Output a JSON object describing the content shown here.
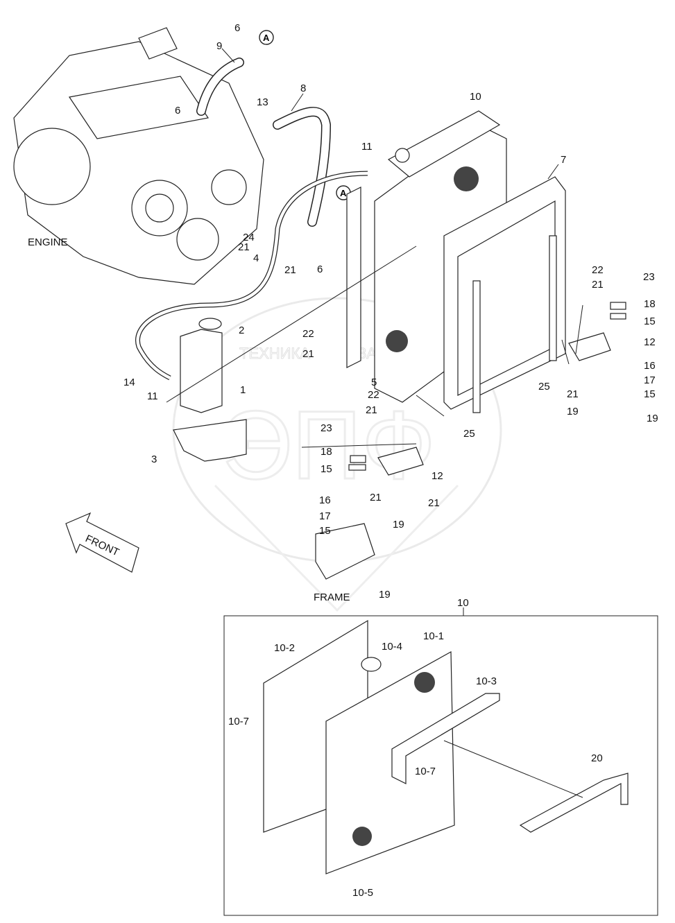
{
  "diagram": {
    "watermark": {
      "left": "ТЕХНИКА",
      "right": "ЗАПЧАСТИ",
      "logo": "ЭПФ"
    },
    "section_labels": {
      "engine": "ENGINE",
      "frame": "FRAME",
      "front": "FRONT",
      "callout_a": "A"
    },
    "callouts": [
      {
        "id": "c6a",
        "text": "6"
      },
      {
        "id": "c9",
        "text": "9"
      },
      {
        "id": "c6b",
        "text": "6"
      },
      {
        "id": "c8",
        "text": "8"
      },
      {
        "id": "c13",
        "text": "13"
      },
      {
        "id": "c10",
        "text": "10"
      },
      {
        "id": "c11a",
        "text": "11"
      },
      {
        "id": "c7",
        "text": "7"
      },
      {
        "id": "c24",
        "text": "24"
      },
      {
        "id": "c21a",
        "text": "21"
      },
      {
        "id": "c4",
        "text": "4"
      },
      {
        "id": "c21b",
        "text": "21"
      },
      {
        "id": "c6c",
        "text": "6"
      },
      {
        "id": "c22a",
        "text": "22"
      },
      {
        "id": "c21c",
        "text": "21"
      },
      {
        "id": "c23a",
        "text": "23"
      },
      {
        "id": "c18a",
        "text": "18"
      },
      {
        "id": "c15a",
        "text": "15"
      },
      {
        "id": "c2",
        "text": "2"
      },
      {
        "id": "c22b",
        "text": "22"
      },
      {
        "id": "c21d",
        "text": "21"
      },
      {
        "id": "c12a",
        "text": "12"
      },
      {
        "id": "c16a",
        "text": "16"
      },
      {
        "id": "c17a",
        "text": "17"
      },
      {
        "id": "c15b",
        "text": "15"
      },
      {
        "id": "c21e",
        "text": "21"
      },
      {
        "id": "c19a",
        "text": "19"
      },
      {
        "id": "c19b",
        "text": "19"
      },
      {
        "id": "c25a",
        "text": "25"
      },
      {
        "id": "c14",
        "text": "14"
      },
      {
        "id": "c11b",
        "text": "11"
      },
      {
        "id": "c1",
        "text": "1"
      },
      {
        "id": "c5",
        "text": "5"
      },
      {
        "id": "c22c",
        "text": "22"
      },
      {
        "id": "c21f",
        "text": "21"
      },
      {
        "id": "c25b",
        "text": "25"
      },
      {
        "id": "c3",
        "text": "3"
      },
      {
        "id": "c23b",
        "text": "23"
      },
      {
        "id": "c18b",
        "text": "18"
      },
      {
        "id": "c15c",
        "text": "15"
      },
      {
        "id": "c12b",
        "text": "12"
      },
      {
        "id": "c16b",
        "text": "16"
      },
      {
        "id": "c21g",
        "text": "21"
      },
      {
        "id": "c21h",
        "text": "21"
      },
      {
        "id": "c17b",
        "text": "17"
      },
      {
        "id": "c15d",
        "text": "15"
      },
      {
        "id": "c19c",
        "text": "19"
      },
      {
        "id": "c19d",
        "text": "19"
      },
      {
        "id": "c10b",
        "text": "10"
      },
      {
        "id": "c10-1",
        "text": "10-1"
      },
      {
        "id": "c10-2",
        "text": "10-2"
      },
      {
        "id": "c10-4",
        "text": "10-4"
      },
      {
        "id": "c10-3",
        "text": "10-3"
      },
      {
        "id": "c10-7a",
        "text": "10-7"
      },
      {
        "id": "c10-7b",
        "text": "10-7"
      },
      {
        "id": "c20",
        "text": "20"
      },
      {
        "id": "c10-5",
        "text": "10-5"
      }
    ]
  }
}
